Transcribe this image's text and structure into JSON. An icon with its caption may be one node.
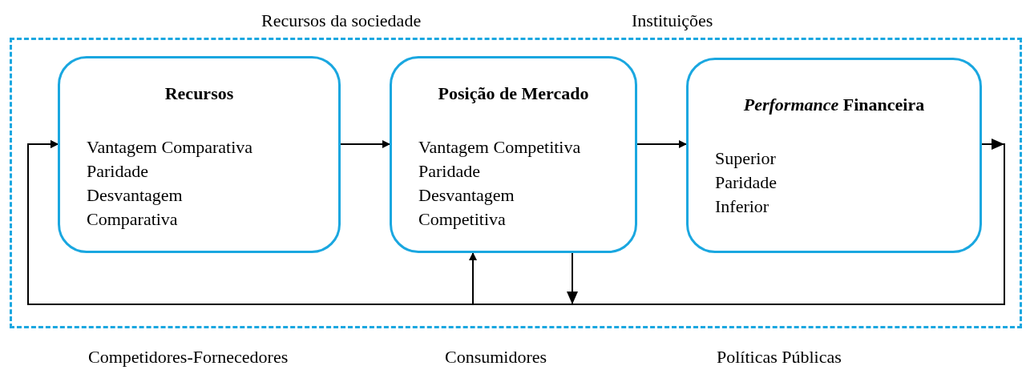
{
  "diagram": {
    "nodes": [
      {
        "text": [],
        "shape": "box"
      },
      {
        "text": [
          "Recursos",
          "Vantagem Comparativa",
          "Paridade",
          "Desvantagem Comparativa"
        ],
        "in": 0
      },
      {
        "text": [
          "Posição de Mercado",
          "Vantagem Competitiva",
          "Paridade",
          "Desvantagem Competitiva"
        ],
        "in": 0
      },
      {
        "text": [
          "*Performance* Financeira",
          "Superior",
          "Paridade",
          "Inferior"
        ],
        "in": 0
      }
    ],
    "edges": [
      {
        "from": 1,
        "to": 2,
        "arrow": "to"
      },
      {
        "from": 2,
        "to": 3,
        "arrow": "to"
      },
      {
        "from": 3,
        "to": 1,
        "arrow": "to"
      },
      {
        "from": 3,
        "to": 2,
        "arrow": "to"
      },
      {
        "from": 2,
        "to": 1,
        "arrow": "to"
      }
    ],
    "labels": [
      "Recursos da sociedade",
      "Instituições",
      "Competidores-Fornecedores",
      "Consumidores",
      "Políticas Públicas"
    ]
  }
}
